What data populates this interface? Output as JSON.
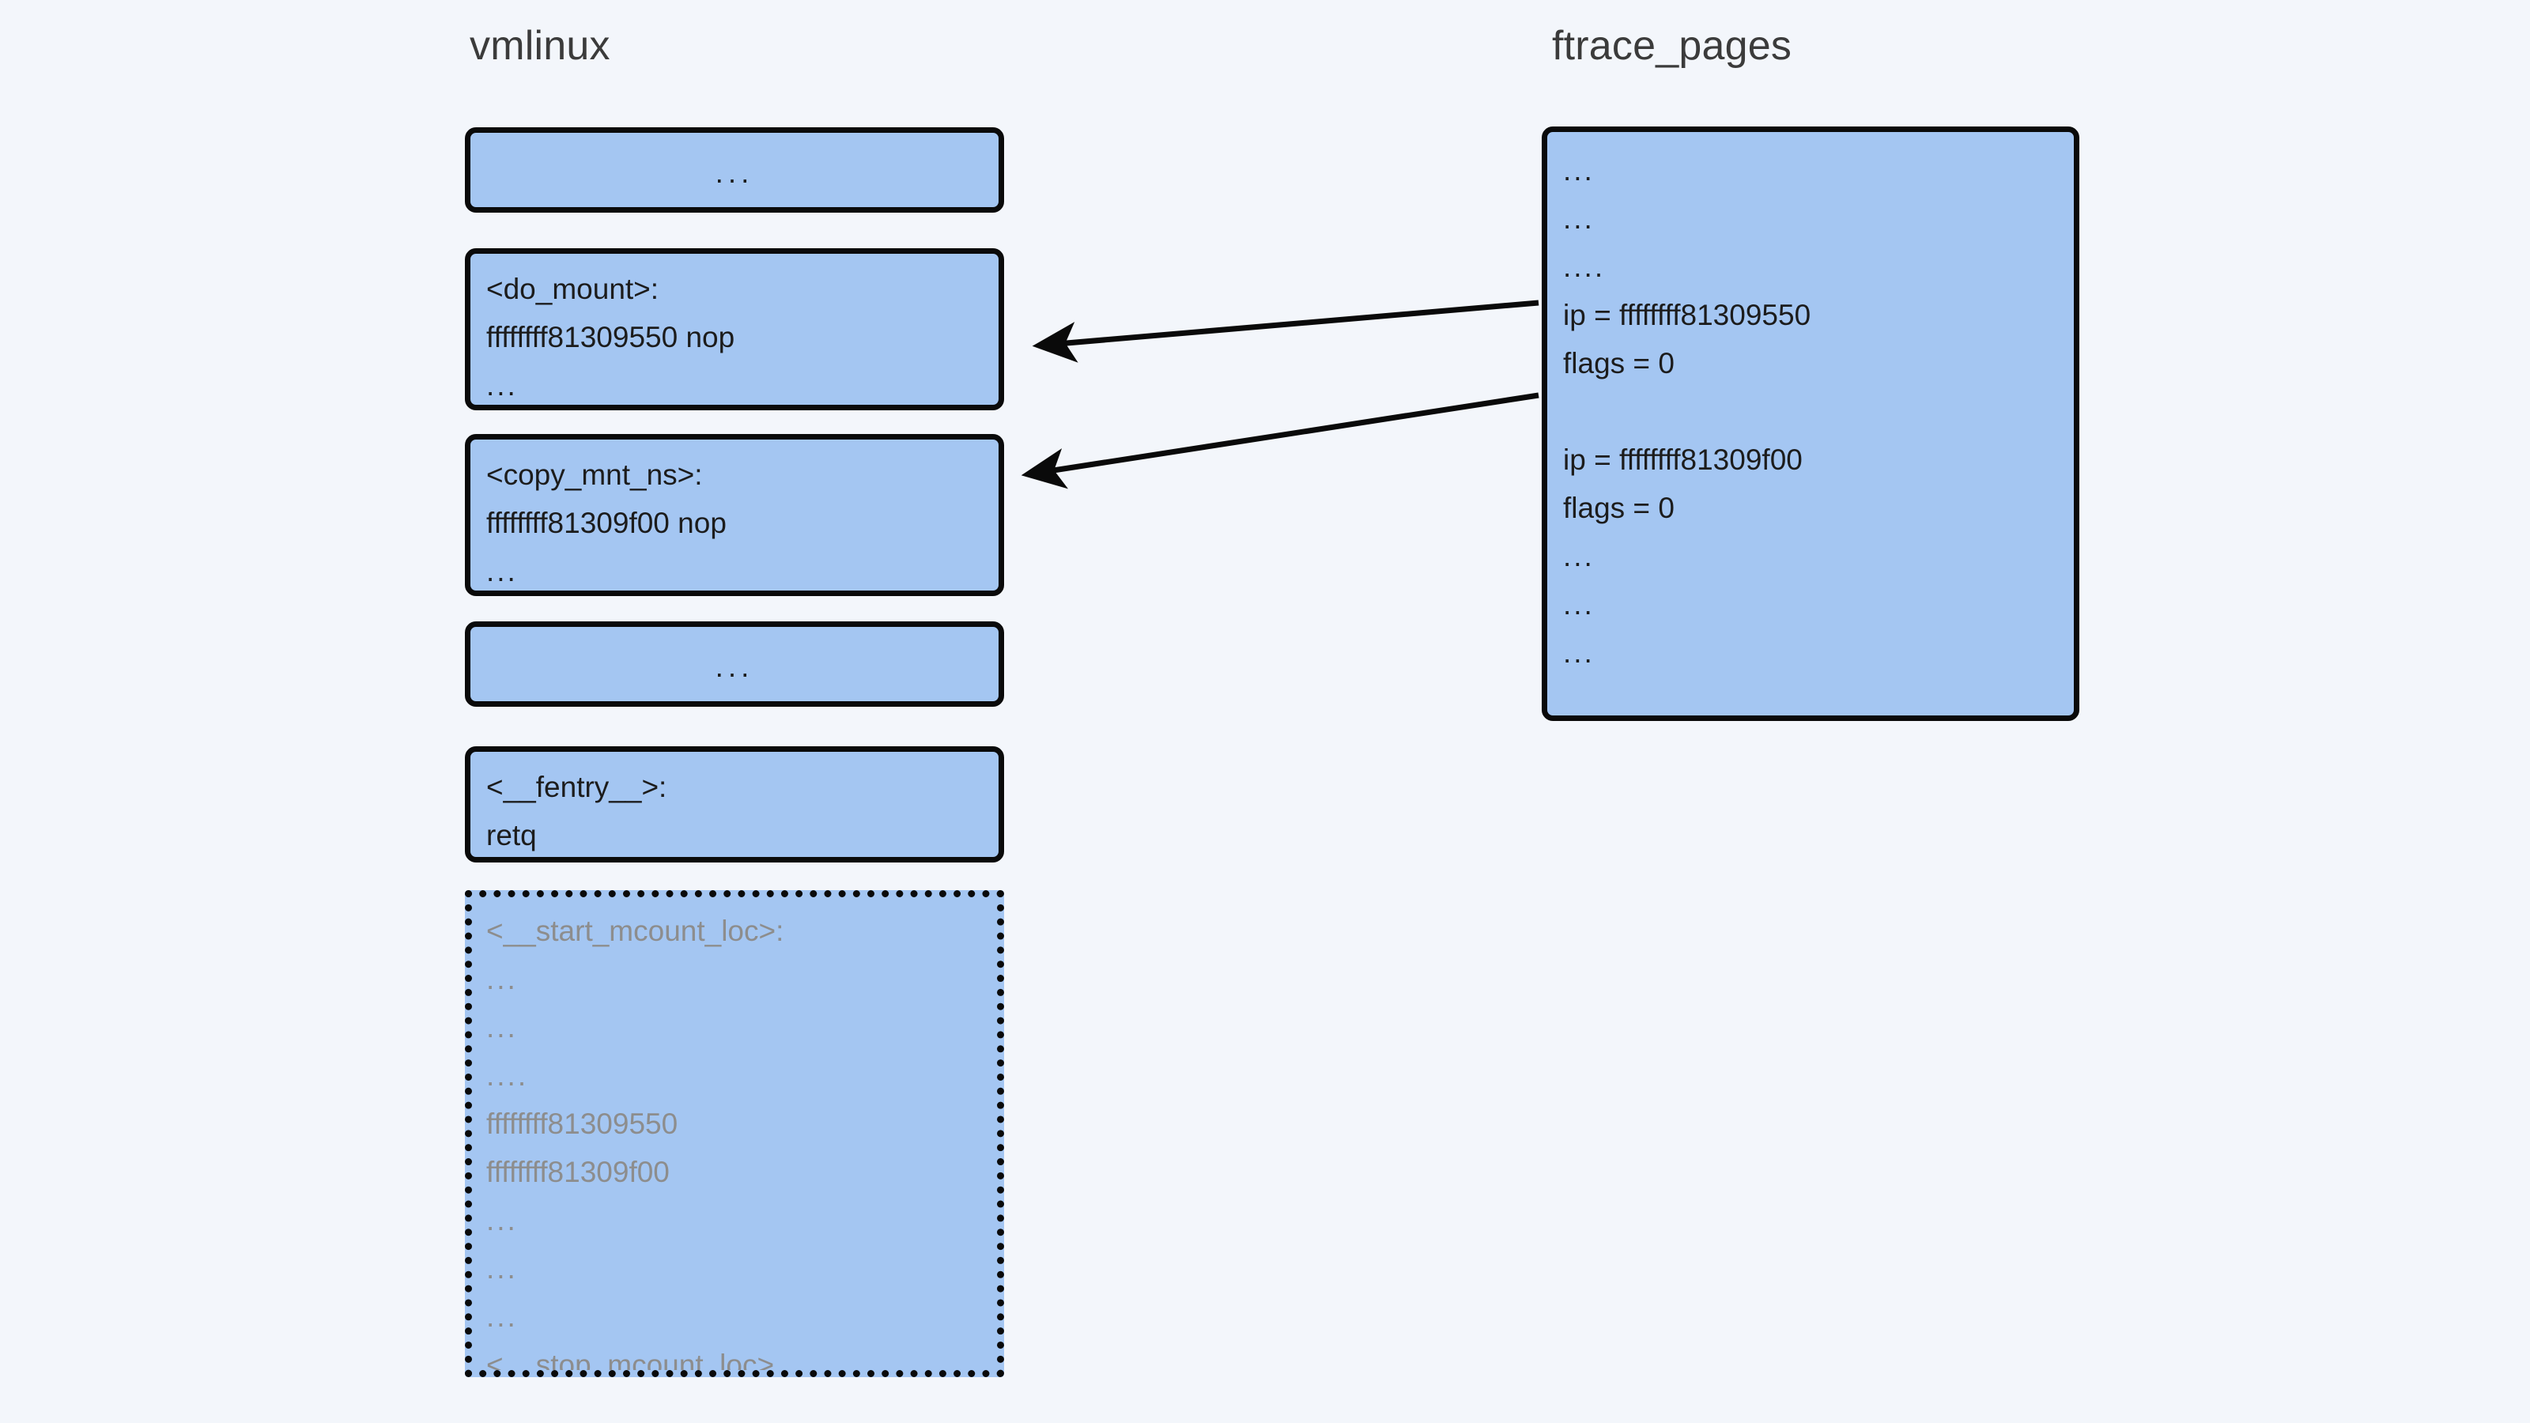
{
  "titles": {
    "left": "vmlinux",
    "right": "ftrace_pages"
  },
  "colors": {
    "background": "#f3f6fb",
    "block_fill": "#a4c6f2",
    "block_border": "#0a0a0a",
    "text": "#1c1c1c",
    "faded_text": "#8d8d8d",
    "title_text": "#3b3b3b",
    "arrow": "#0a0a0a"
  },
  "vmlinux": {
    "blocks": [
      {
        "id": "ellipsis-top",
        "style": "solid",
        "align": "center",
        "lines": [
          "..."
        ]
      },
      {
        "id": "do-mount",
        "style": "solid",
        "align": "left",
        "lines": [
          "<do_mount>:",
          "ffffffff81309550 nop",
          "..."
        ]
      },
      {
        "id": "copy-mnt-ns",
        "style": "solid",
        "align": "left",
        "lines": [
          "<copy_mnt_ns>:",
          "ffffffff81309f00 nop",
          "..."
        ]
      },
      {
        "id": "ellipsis-mid",
        "style": "solid",
        "align": "center",
        "lines": [
          "..."
        ]
      },
      {
        "id": "fentry",
        "style": "solid",
        "align": "left",
        "lines": [
          "<__fentry__>:",
          "retq"
        ]
      },
      {
        "id": "mcount-loc",
        "style": "dotted",
        "align": "left",
        "faded": true,
        "lines": [
          "<__start_mcount_loc>:",
          "...",
          "...",
          "....",
          "ffffffff81309550",
          "ffffffff81309f00",
          "...",
          "...",
          "...",
          "<__stop_mcount_loc>"
        ]
      }
    ]
  },
  "ftrace_pages": {
    "blocks": [
      {
        "id": "ftrace-pages-records",
        "style": "solid",
        "align": "left",
        "lines": [
          "...",
          "...",
          "....",
          "ip = ffffffff81309550",
          "flags = 0",
          "",
          "ip = ffffffff81309f00",
          "flags = 0",
          "...",
          "...",
          "..."
        ]
      }
    ]
  },
  "arrows": [
    {
      "id": "arrow-do-mount",
      "from_label": "ip = ffffffff81309550",
      "to_label": "<do_mount>:",
      "direction": "right-to-left"
    },
    {
      "id": "arrow-copy-mnt-ns",
      "from_label": "ip = ffffffff81309f00",
      "to_label": "<copy_mnt_ns>:",
      "direction": "right-to-left"
    }
  ]
}
